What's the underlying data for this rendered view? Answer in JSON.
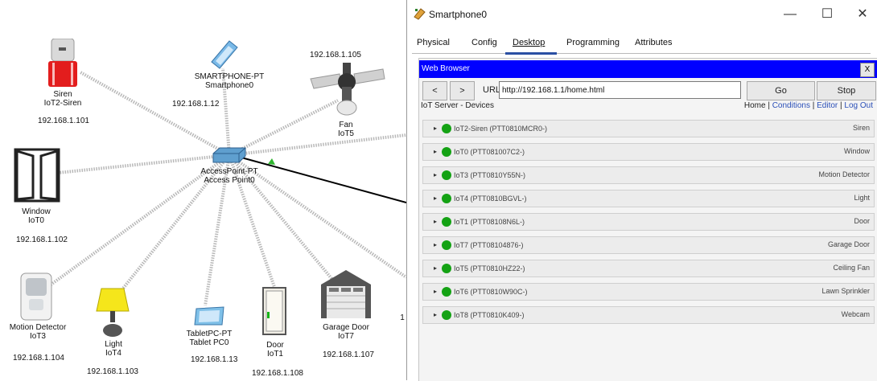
{
  "window": {
    "title": "Smartphone0",
    "minimize": "—",
    "maximize": "☐",
    "close": "✕"
  },
  "tabs": [
    {
      "label": "Physical"
    },
    {
      "label": "Config"
    },
    {
      "label": "Desktop",
      "active": true
    },
    {
      "label": "Programming"
    },
    {
      "label": "Attributes"
    }
  ],
  "browser": {
    "title": "Web Browser",
    "close": "X",
    "back": "<",
    "forward": ">",
    "url_label": "URL",
    "url": "http://192.168.1.1/home.html",
    "go": "Go",
    "stop": "Stop",
    "page_heading": "IoT Server - Devices",
    "links": [
      "Home",
      "Conditions",
      "Editor",
      "Log Out"
    ],
    "separator": " | "
  },
  "devices": [
    {
      "name": "IoT2-Siren (PTT0810MCR0-)",
      "type": "Siren"
    },
    {
      "name": "IoT0 (PTT081007C2-)",
      "type": "Window"
    },
    {
      "name": "IoT3 (PTT0810Y55N-)",
      "type": "Motion Detector"
    },
    {
      "name": "IoT4 (PTT0810BGVL-)",
      "type": "Light"
    },
    {
      "name": "IoT1 (PTT08108N6L-)",
      "type": "Door"
    },
    {
      "name": "IoT7 (PTT08104876-)",
      "type": "Garage Door"
    },
    {
      "name": "IoT5 (PTT0810HZ22-)",
      "type": "Ceiling Fan"
    },
    {
      "name": "IoT6 (PTT0810W90C-)",
      "type": "Lawn Sprinkler"
    },
    {
      "name": "IoT8 (PTT0810K409-)",
      "type": "Webcam"
    }
  ],
  "topology": {
    "siren": {
      "label1": "Siren",
      "label2": "IoT2-Siren",
      "ip": "192.168.1.101"
    },
    "smartphone": {
      "label1": "SMARTPHONE-PT",
      "label2": "Smartphone0",
      "ip": "192.168.1.12"
    },
    "fan": {
      "ip": "192.168.1.105",
      "label1": "Fan",
      "label2": "IoT5"
    },
    "access_point": {
      "label1": "AccessPoint-PT",
      "label2": "Access Point0"
    },
    "window": {
      "label1": "Window",
      "label2": "IoT0",
      "ip": "192.168.1.102"
    },
    "motion": {
      "label1": "Motion Detector",
      "label2": "IoT3",
      "ip": "192.168.1.104"
    },
    "light": {
      "label1": "Light",
      "label2": "IoT4",
      "ip": "192.168.1.103"
    },
    "tablet": {
      "label1": "TabletPC-PT",
      "label2": "Tablet PC0",
      "ip": "192.168.1.13"
    },
    "door": {
      "label1": "Door",
      "label2": "IoT1",
      "ip": "192.168.1.108"
    },
    "garage": {
      "label1": "Garage Door",
      "label2": "IoT7",
      "ip": "192.168.1.107"
    },
    "edge_number": "1"
  },
  "colors": {
    "browser_title_bg": "#0000ff",
    "status_online": "#14a214",
    "link": "#2a4fb8",
    "active_tab": "#2a4fa3"
  }
}
